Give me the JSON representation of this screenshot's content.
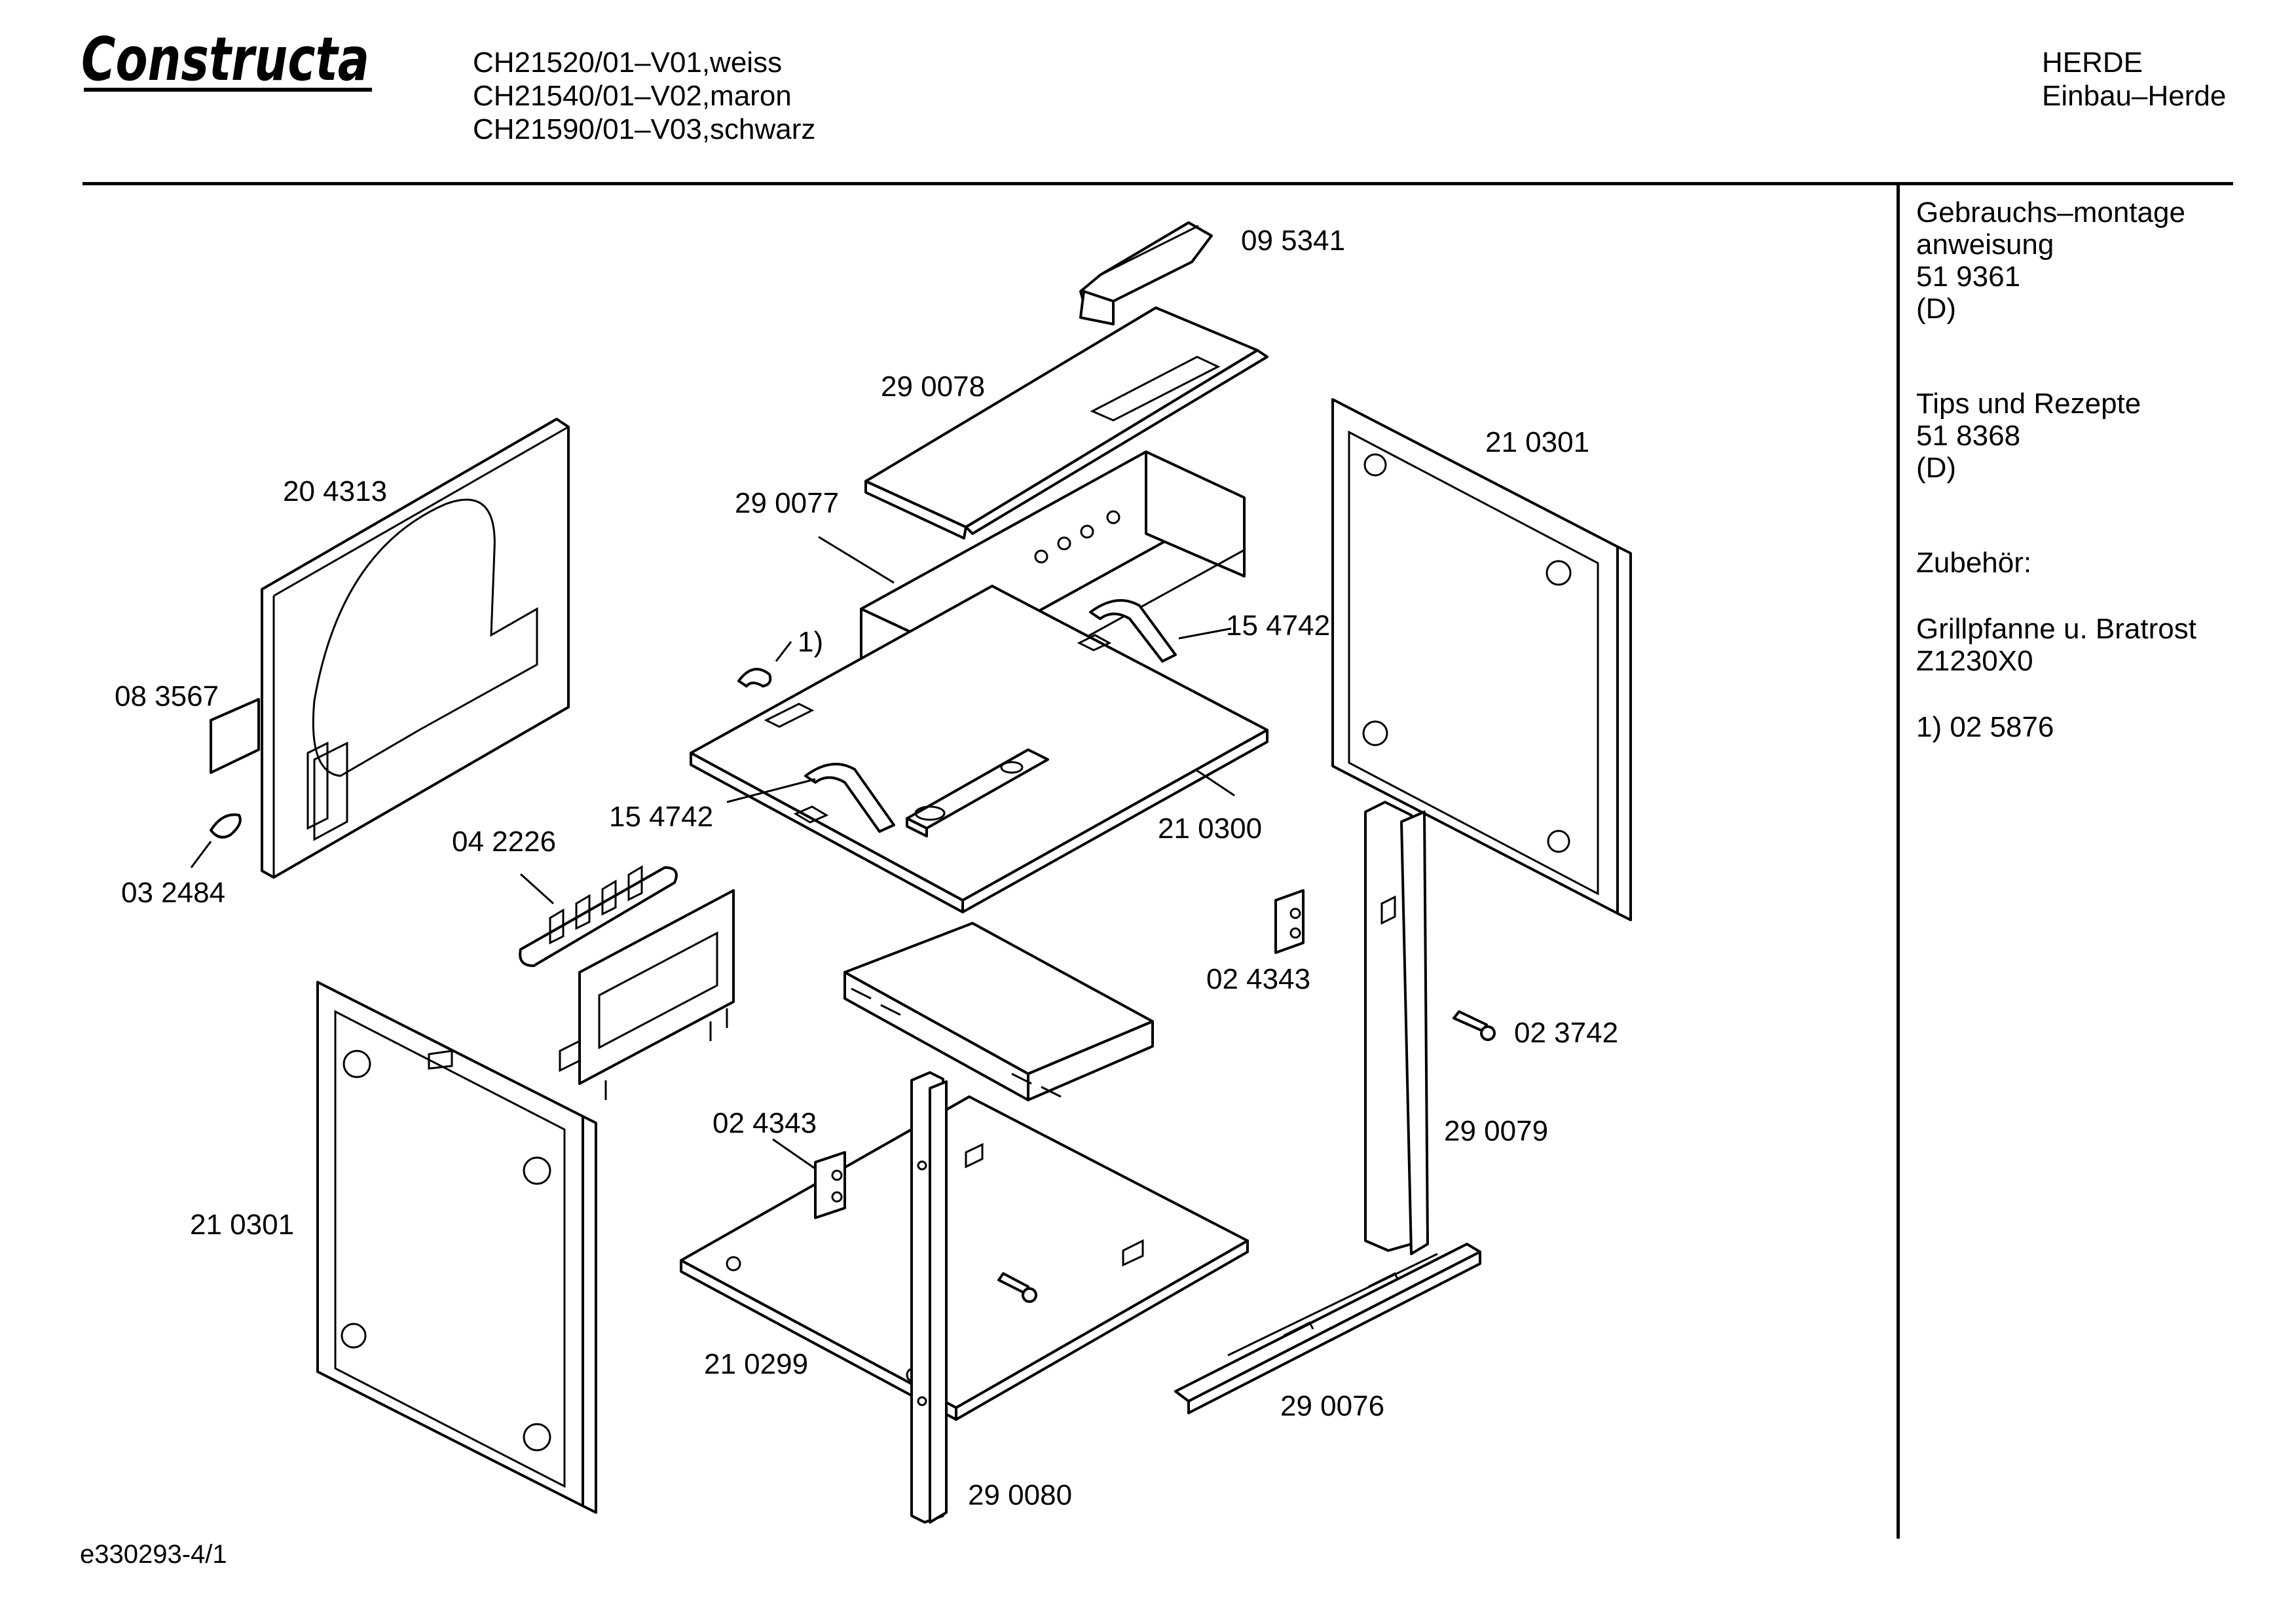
{
  "header": {
    "brand": "Constructa",
    "models": [
      "CH21520/01–V01,weiss",
      "CH21540/01–V02,maron",
      "CH21590/01–V03,schwarz"
    ],
    "category": [
      "HERDE",
      "Einbau–Herde"
    ]
  },
  "sidebar": {
    "manual": [
      "Gebrauchs–montage",
      "anweisung",
      "51 9361",
      "(D)"
    ],
    "tips": [
      "Tips und Rezepte",
      "51 8368",
      "(D)"
    ],
    "accessories_heading": "Zubehör:",
    "accessory": [
      "Grillpfanne u. Bratrost",
      "Z1230X0"
    ],
    "note": "1) 02 5876"
  },
  "footer": {
    "doc_id": "e330293-4/1"
  },
  "parts": {
    "p095341": "09 5341",
    "p290078": "29 0078",
    "p204313": "20 4313",
    "p290077": "29 0077",
    "p210301_right": "21 0301",
    "p154742_top": "15 4742",
    "p_note1": "1)",
    "p083567": "08 3567",
    "p154742_bottom": "15 4742",
    "p210300": "21 0300",
    "p042226": "04 2226",
    "p032484": "03 2484",
    "p024343_right": "02 4343",
    "p023742": "02 3742",
    "p024343_left": "02 4343",
    "p290079": "29 0079",
    "p210301_left": "21 0301",
    "p210299": "21 0299",
    "p290076": "29 0076",
    "p290080": "29 0080"
  }
}
